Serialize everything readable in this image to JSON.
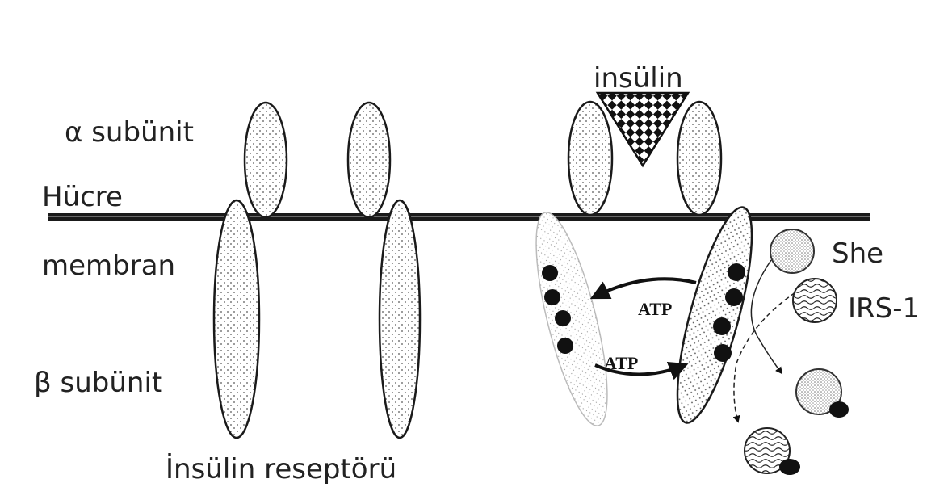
{
  "labels": {
    "alpha_subunit": "α subünit",
    "beta_subunit": "β subünit",
    "cell_membrane_line1": "Hücre",
    "cell_membrane_line2": "membran",
    "insulin": "insülin",
    "insulin_receptor": "İnsülin reseptörü",
    "she": "She",
    "irs1": "IRS-1",
    "atp_upper": "ATP",
    "atp_lower": "ATP"
  },
  "colors": {
    "background": "#ffffff",
    "ink": "#222222",
    "membrane": "#1a1a1a",
    "stipple": "#555555",
    "phosphate": "#111111"
  }
}
